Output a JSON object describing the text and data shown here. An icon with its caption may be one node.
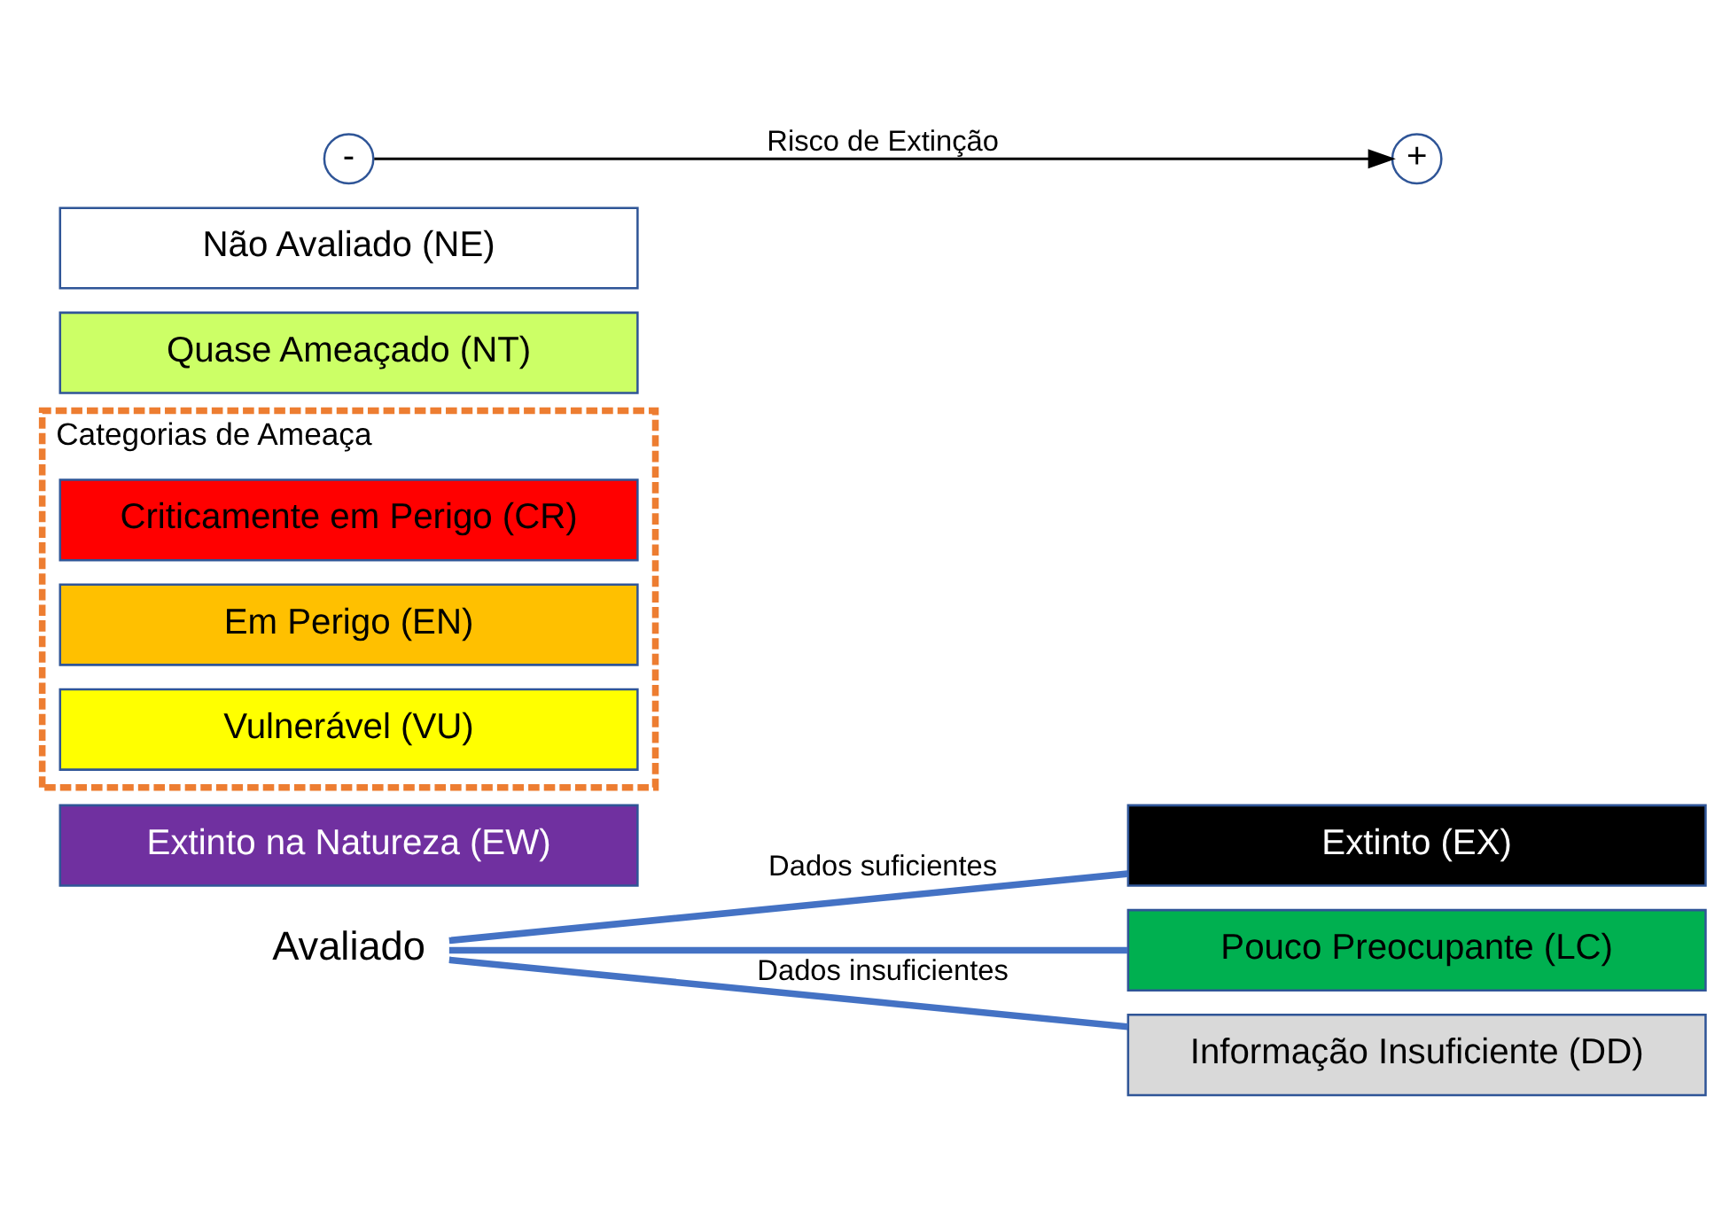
{
  "diagram": {
    "nodes": [
      {
        "text": [
          "Avaliado"
        ]
      },
      {
        "text": [
          "Extinto (EX)"
        ]
      },
      {
        "text": [
          "Extinto na Natureza (EW)"
        ]
      },
      {
        "text": [
          "Categorias de Ameaça"
        ]
      },
      {
        "text": [
          "Criticamente em Perigo (CR)"
        ],
        "in": 3
      },
      {
        "text": [
          "Em Perigo (EN)"
        ],
        "in": 3
      },
      {
        "text": [
          "Vulnerável (VU)"
        ],
        "in": 3
      },
      {
        "text": [
          "Quase Ameaçado (NT)"
        ]
      },
      {
        "text": [
          "Pouco Preocupante (LC)"
        ]
      },
      {
        "text": [
          "Informação Insuficiente (DD)"
        ]
      },
      {
        "text": [
          "Não Avaliado (NE)"
        ]
      },
      {
        "text": [
          "+"
        ]
      },
      {
        "text": [
          "-"
        ]
      }
    ],
    "edges": [
      {
        "from": 0,
        "to": 1,
        "arrow": "none",
        "label": "Dados suficientes"
      },
      {
        "from": 0,
        "to": 8,
        "arrow": "none"
      },
      {
        "from": 0,
        "to": 9,
        "arrow": "none",
        "label": "Dados insuficientes"
      },
      {
        "from": 12,
        "to": 11,
        "arrow": "to",
        "label": "Risco de Extinção",
        "color": "#000000"
      }
    ]
  }
}
